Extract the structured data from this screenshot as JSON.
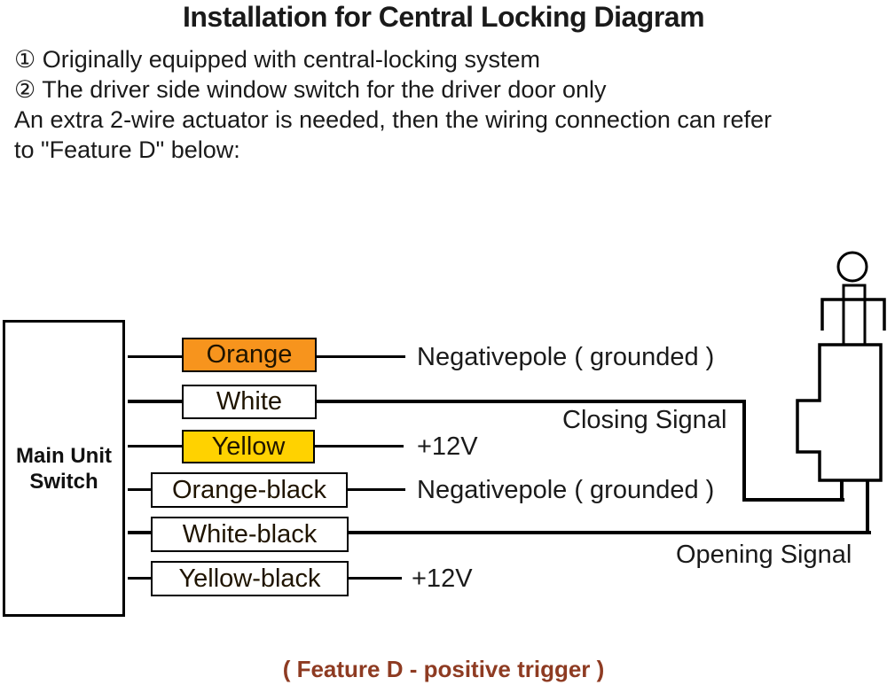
{
  "header": {
    "title": "Installation for Central Locking Diagram",
    "lines": [
      "① Originally equipped with central-locking system",
      "② The driver side window switch for the driver door only",
      "An extra 2-wire actuator is needed, then the wiring connection can refer",
      "to \"Feature D\" below:"
    ]
  },
  "diagram": {
    "main_unit": {
      "line1": "Main Unit",
      "line2": "Switch"
    },
    "wires": [
      {
        "label": "Orange",
        "fill": "#F7941D",
        "terminal": "Negativepole ( grounded )"
      },
      {
        "label": "White",
        "fill": "#FFFFFF",
        "terminal": ""
      },
      {
        "label": "Yellow",
        "fill": "#FFD200",
        "terminal": "+12V"
      },
      {
        "label": "Orange-black",
        "fill": "#FFFFFF",
        "terminal": "Negativepole ( grounded )"
      },
      {
        "label": "White-black",
        "fill": "#FFFFFF",
        "terminal": ""
      },
      {
        "label": "Yellow-black",
        "fill": "#FFFFFF",
        "terminal": "+12V"
      }
    ],
    "signals": {
      "closing": "Closing Signal",
      "opening": "Opening Signal"
    },
    "actuator_icon": "door-lock-actuator"
  },
  "footer": {
    "caption": "( Feature D - positive trigger )"
  },
  "colors": {
    "orange_box": "#F7941D",
    "yellow_box": "#FFD200",
    "wire": "#000000",
    "caption_text": "#8E3B22"
  }
}
